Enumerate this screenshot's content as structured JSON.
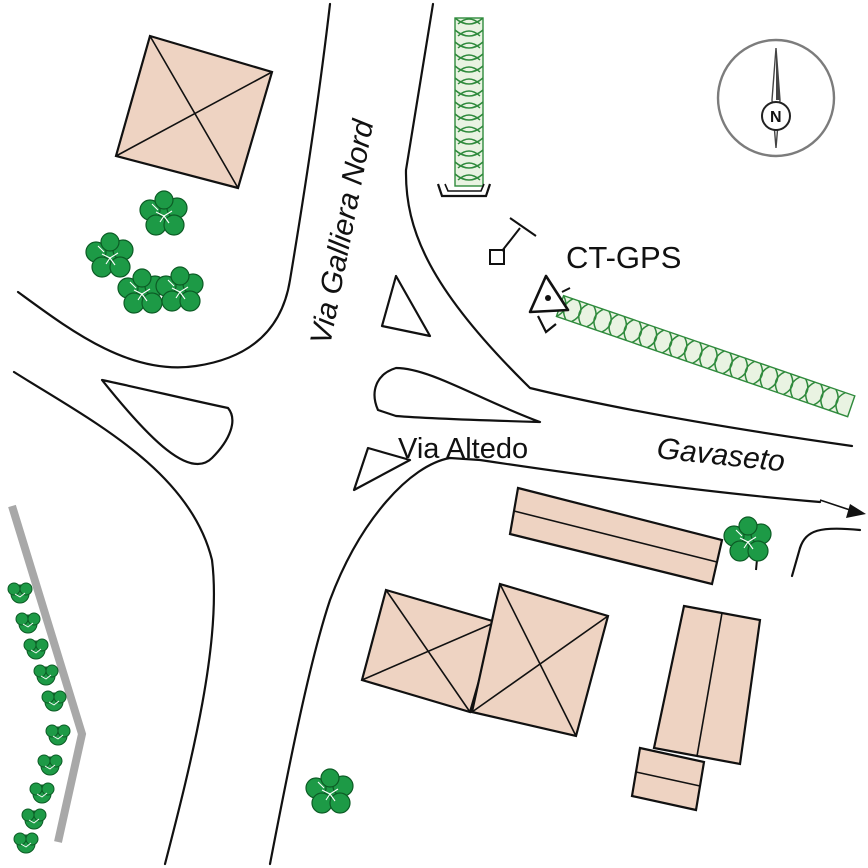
{
  "labels": {
    "road_north": "Via Galliera Nord",
    "road_center": "Via Altedo",
    "road_east": "Gavaseto",
    "station": "CT-GPS",
    "north": "N"
  },
  "colors": {
    "building_fill": "#eed3c2",
    "tree_fill": "#1d9a46",
    "tree_stroke": "#0c5c25",
    "hedge_fill": "#e9f3e2",
    "hedge_stroke": "#2f8a3c",
    "wall_gray": "#a8a8a8",
    "line": "#111111"
  },
  "icons": {
    "north_arrow": "compass-rose-icon",
    "station": "survey-triangle-icon",
    "direction": "arrow-right-icon",
    "tree": "tree-icon"
  }
}
